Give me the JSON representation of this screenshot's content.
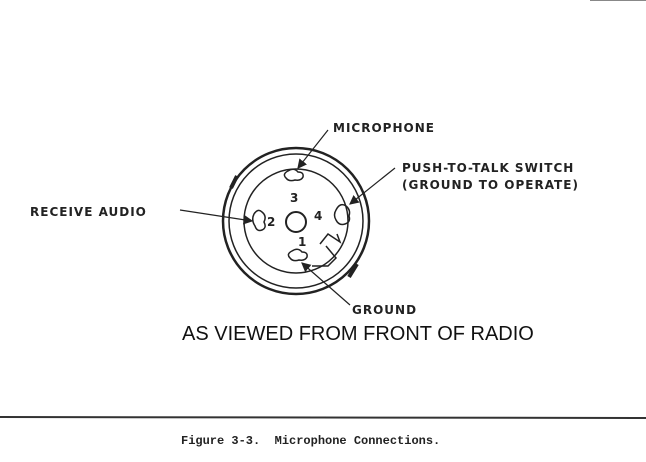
{
  "labels": {
    "microphone": "MICROPHONE",
    "ptt_line1": "PUSH-TO-TALK SWITCH",
    "ptt_line2": "(GROUND TO OPERATE)",
    "receive_audio": "RECEIVE AUDIO",
    "ground": "GROUND"
  },
  "pins": {
    "p1": "1",
    "p2": "2",
    "p3": "3",
    "p4": "4"
  },
  "view_note": "AS VIEWED FROM FRONT OF RADIO",
  "caption": "Figure 3-3.  Microphone Connections."
}
